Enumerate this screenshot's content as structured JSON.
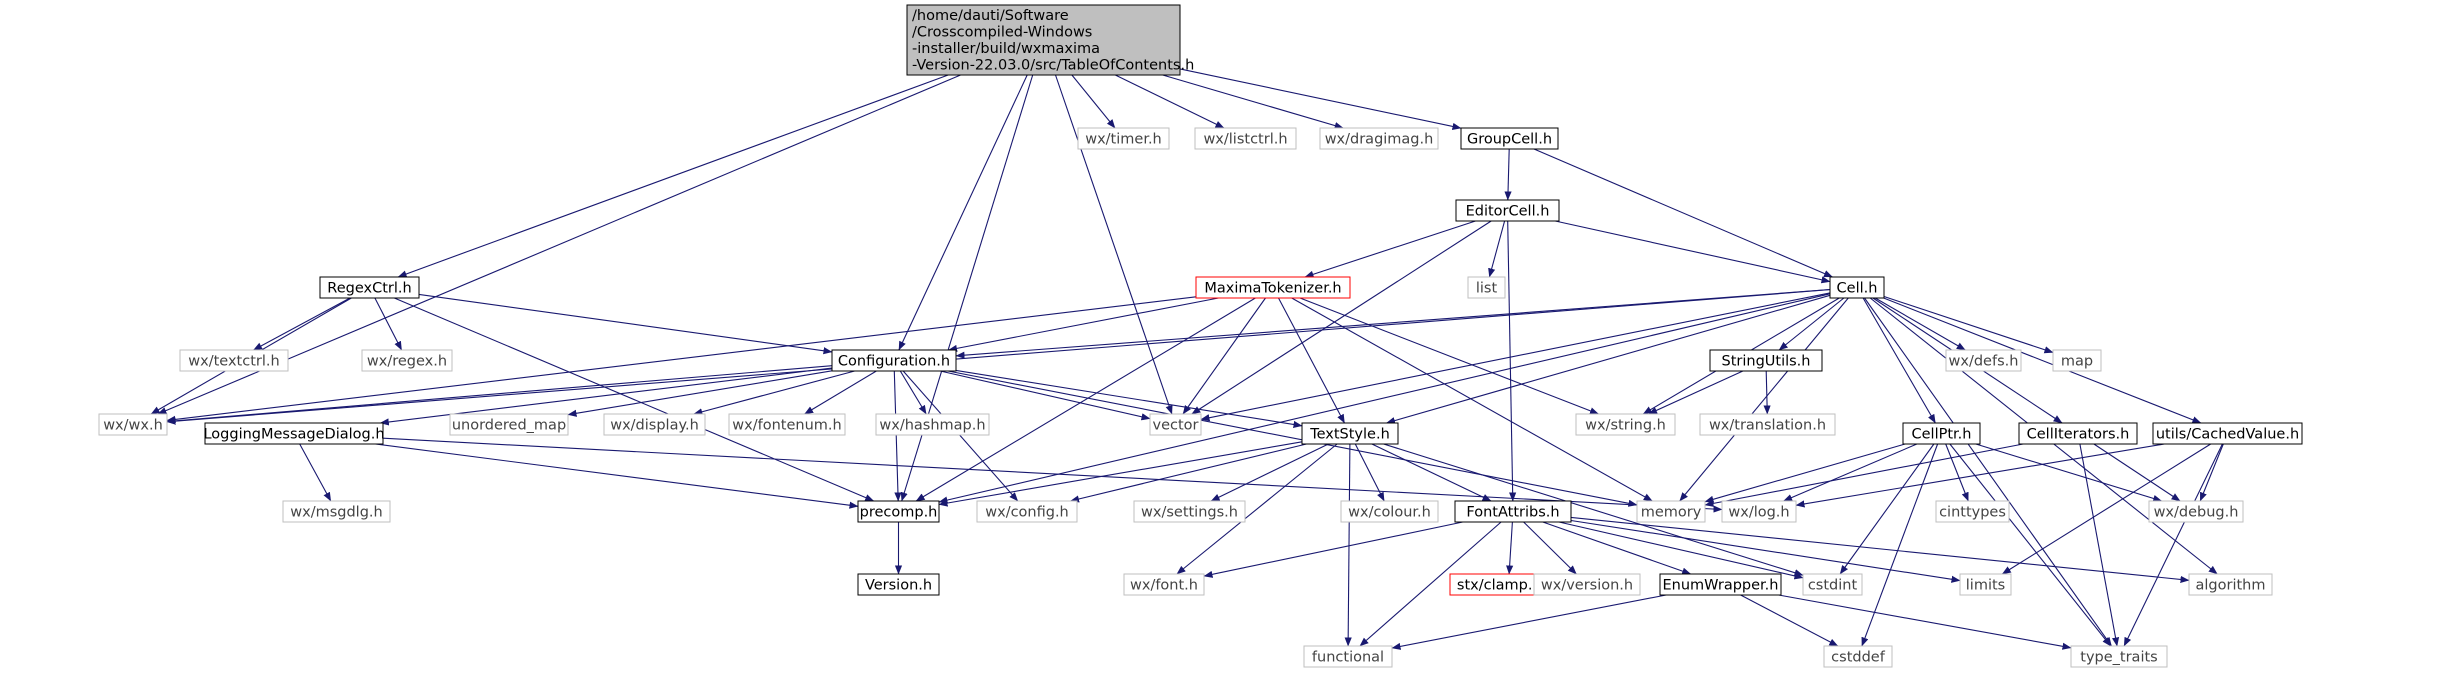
{
  "diagram": {
    "type": "include-dependency-graph",
    "colors": {
      "edge": "#191970",
      "focus_fill": "#bfbfbf",
      "focus_border": "#000000",
      "file_border": "#000000",
      "system_border": "#bfbfbf",
      "missing_border": "#ff0000",
      "system_text": "#444444",
      "text": "#000000"
    },
    "nodes": {
      "root": {
        "lines": [
          "/home/dauti/Software",
          "/Crosscompiled-Windows",
          "-installer/build/wxmaxima",
          "-Version-22.03.0/src/TableOfContents.h"
        ],
        "kind": "focus"
      },
      "wxwx": {
        "label": "wx/wx.h",
        "kind": "system"
      },
      "regexctrl": {
        "label": "RegexCtrl.h",
        "kind": "file"
      },
      "configuration": {
        "label": "Configuration.h",
        "kind": "file"
      },
      "precomp": {
        "label": "precomp.h",
        "kind": "file"
      },
      "vector": {
        "label": "vector",
        "kind": "system"
      },
      "wxtimer": {
        "label": "wx/timer.h",
        "kind": "system"
      },
      "wxlistctrl": {
        "label": "wx/listctrl.h",
        "kind": "system"
      },
      "wxdragimag": {
        "label": "wx/dragimag.h",
        "kind": "system"
      },
      "groupcell": {
        "label": "GroupCell.h",
        "kind": "file"
      },
      "editorcell": {
        "label": "EditorCell.h",
        "kind": "file"
      },
      "maximatokenizer": {
        "label": "MaximaTokenizer.h",
        "kind": "missing"
      },
      "list": {
        "label": "list",
        "kind": "system"
      },
      "cell": {
        "label": "Cell.h",
        "kind": "file"
      },
      "wxtextctrl": {
        "label": "wx/textctrl.h",
        "kind": "system"
      },
      "wxregex": {
        "label": "wx/regex.h",
        "kind": "system"
      },
      "loggingmessagedialog": {
        "label": "LoggingMessageDialog.h",
        "kind": "file"
      },
      "unordered_map": {
        "label": "unordered_map",
        "kind": "system"
      },
      "wxdisplay": {
        "label": "wx/display.h",
        "kind": "system"
      },
      "wxfontenum": {
        "label": "wx/fontenum.h",
        "kind": "system"
      },
      "wxhashmap": {
        "label": "wx/hashmap.h",
        "kind": "system"
      },
      "textstyle": {
        "label": "TextStyle.h",
        "kind": "file"
      },
      "wxmsgdlg": {
        "label": "wx/msgdlg.h",
        "kind": "system"
      },
      "version": {
        "label": "Version.h",
        "kind": "file"
      },
      "wxconfig": {
        "label": "wx/config.h",
        "kind": "system"
      },
      "wxsettings": {
        "label": "wx/settings.h",
        "kind": "system"
      },
      "wxcolour": {
        "label": "wx/colour.h",
        "kind": "system"
      },
      "wxfont": {
        "label": "wx/font.h",
        "kind": "system"
      },
      "fontattribs": {
        "label": "FontAttribs.h",
        "kind": "file"
      },
      "memory": {
        "label": "memory",
        "kind": "system"
      },
      "wxlog": {
        "label": "wx/log.h",
        "kind": "system"
      },
      "cinttypes": {
        "label": "cinttypes",
        "kind": "system"
      },
      "wxdebug": {
        "label": "wx/debug.h",
        "kind": "system"
      },
      "stxclamp": {
        "label": "stx/clamp.hpp",
        "kind": "missing"
      },
      "wxversion": {
        "label": "wx/version.h",
        "kind": "system"
      },
      "enumwrapper": {
        "label": "EnumWrapper.h",
        "kind": "file"
      },
      "cstdint": {
        "label": "cstdint",
        "kind": "system"
      },
      "limits": {
        "label": "limits",
        "kind": "system"
      },
      "algorithm": {
        "label": "algorithm",
        "kind": "system"
      },
      "functional": {
        "label": "functional",
        "kind": "system"
      },
      "cstddef": {
        "label": "cstddef",
        "kind": "system"
      },
      "type_traits": {
        "label": "type_traits",
        "kind": "system"
      },
      "stringutils": {
        "label": "StringUtils.h",
        "kind": "file"
      },
      "wxdefs": {
        "label": "wx/defs.h",
        "kind": "system"
      },
      "map": {
        "label": "map",
        "kind": "system"
      },
      "wxstring": {
        "label": "wx/string.h",
        "kind": "system"
      },
      "wxtranslation": {
        "label": "wx/translation.h",
        "kind": "system"
      },
      "cellptr": {
        "label": "CellPtr.h",
        "kind": "file"
      },
      "celliterators": {
        "label": "CellIterators.h",
        "kind": "file"
      },
      "cachedvalue": {
        "label": "utils/CachedValue.h",
        "kind": "file"
      }
    },
    "edges": [
      [
        "root",
        "wxwx"
      ],
      [
        "root",
        "regexctrl"
      ],
      [
        "root",
        "configuration"
      ],
      [
        "root",
        "precomp"
      ],
      [
        "root",
        "vector"
      ],
      [
        "root",
        "wxtimer"
      ],
      [
        "root",
        "wxlistctrl"
      ],
      [
        "root",
        "wxdragimag"
      ],
      [
        "root",
        "groupcell"
      ],
      [
        "groupcell",
        "editorcell"
      ],
      [
        "groupcell",
        "cell"
      ],
      [
        "editorcell",
        "maximatokenizer"
      ],
      [
        "editorcell",
        "list"
      ],
      [
        "editorcell",
        "cell"
      ],
      [
        "editorcell",
        "vector"
      ],
      [
        "editorcell",
        "fontattribs"
      ],
      [
        "regexctrl",
        "wxtextctrl"
      ],
      [
        "regexctrl",
        "wxregex"
      ],
      [
        "regexctrl",
        "configuration"
      ],
      [
        "regexctrl",
        "wxwx"
      ],
      [
        "regexctrl",
        "precomp"
      ],
      [
        "maximatokenizer",
        "configuration"
      ],
      [
        "maximatokenizer",
        "wxwx"
      ],
      [
        "maximatokenizer",
        "vector"
      ],
      [
        "maximatokenizer",
        "textstyle"
      ],
      [
        "maximatokenizer",
        "precomp"
      ],
      [
        "maximatokenizer",
        "memory"
      ],
      [
        "maximatokenizer",
        "wxstring"
      ],
      [
        "configuration",
        "wxwx"
      ],
      [
        "configuration",
        "loggingmessagedialog"
      ],
      [
        "configuration",
        "unordered_map"
      ],
      [
        "configuration",
        "wxdisplay"
      ],
      [
        "configuration",
        "wxfontenum"
      ],
      [
        "configuration",
        "wxhashmap"
      ],
      [
        "configuration",
        "vector"
      ],
      [
        "configuration",
        "textstyle"
      ],
      [
        "configuration",
        "precomp"
      ],
      [
        "configuration",
        "wxconfig"
      ],
      [
        "configuration",
        "memory"
      ],
      [
        "loggingmessagedialog",
        "wxmsgdlg"
      ],
      [
        "loggingmessagedialog",
        "precomp"
      ],
      [
        "loggingmessagedialog",
        "wxlog"
      ],
      [
        "precomp",
        "version"
      ],
      [
        "textstyle",
        "precomp"
      ],
      [
        "textstyle",
        "wxconfig"
      ],
      [
        "textstyle",
        "wxsettings"
      ],
      [
        "textstyle",
        "wxcolour"
      ],
      [
        "textstyle",
        "wxfont"
      ],
      [
        "textstyle",
        "fontattribs"
      ],
      [
        "textstyle",
        "functional"
      ],
      [
        "textstyle",
        "cstdint"
      ],
      [
        "fontattribs",
        "wxfont"
      ],
      [
        "fontattribs",
        "stxclamp"
      ],
      [
        "fontattribs",
        "wxversion"
      ],
      [
        "fontattribs",
        "enumwrapper"
      ],
      [
        "fontattribs",
        "cstdint"
      ],
      [
        "fontattribs",
        "limits"
      ],
      [
        "fontattribs",
        "algorithm"
      ],
      [
        "fontattribs",
        "functional"
      ],
      [
        "enumwrapper",
        "functional"
      ],
      [
        "enumwrapper",
        "cstddef"
      ],
      [
        "enumwrapper",
        "type_traits"
      ],
      [
        "cell",
        "configuration"
      ],
      [
        "cell",
        "wxwx"
      ],
      [
        "cell",
        "vector"
      ],
      [
        "cell",
        "textstyle"
      ],
      [
        "cell",
        "precomp"
      ],
      [
        "cell",
        "stringutils"
      ],
      [
        "cell",
        "wxdefs"
      ],
      [
        "cell",
        "map"
      ],
      [
        "cell",
        "memory"
      ],
      [
        "cell",
        "cellptr"
      ],
      [
        "cell",
        "celliterators"
      ],
      [
        "cell",
        "cachedvalue"
      ],
      [
        "cell",
        "algorithm"
      ],
      [
        "cell",
        "type_traits"
      ],
      [
        "cell",
        "wxstring"
      ],
      [
        "stringutils",
        "wxstring"
      ],
      [
        "stringutils",
        "wxtranslation"
      ],
      [
        "cellptr",
        "memory"
      ],
      [
        "cellptr",
        "wxlog"
      ],
      [
        "cellptr",
        "cinttypes"
      ],
      [
        "cellptr",
        "cstdint"
      ],
      [
        "cellptr",
        "cstddef"
      ],
      [
        "cellptr",
        "type_traits"
      ],
      [
        "cellptr",
        "wxdebug"
      ],
      [
        "celliterators",
        "memory"
      ],
      [
        "celliterators",
        "wxdebug"
      ],
      [
        "celliterators",
        "type_traits"
      ],
      [
        "cachedvalue",
        "wxlog"
      ],
      [
        "cachedvalue",
        "wxdebug"
      ],
      [
        "cachedvalue",
        "limits"
      ],
      [
        "cachedvalue",
        "type_traits"
      ]
    ]
  }
}
